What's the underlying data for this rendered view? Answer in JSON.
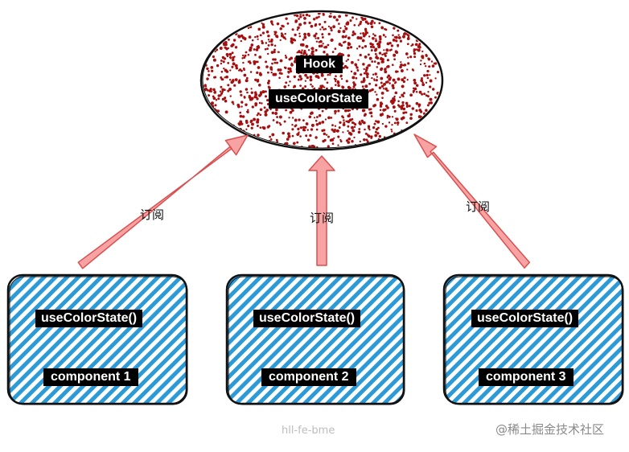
{
  "hook": {
    "title": "Hook",
    "name": "useColorState"
  },
  "components": [
    {
      "call": "useColorState()",
      "name": "component 1",
      "edge_label": "订阅"
    },
    {
      "call": "useColorState()",
      "name": "component 2",
      "edge_label": "订阅"
    },
    {
      "call": "useColorState()",
      "name": "component 3",
      "edge_label": "订阅"
    }
  ],
  "footer": {
    "center": "hll-fe-bme",
    "right": "@稀土掘金技术社区"
  },
  "colors": {
    "hook_dots": "#a50f0f",
    "component_hatch": "#2b9ad6",
    "arrow_fill": "#f8a3a3",
    "arrow_stroke": "#d95050",
    "label_bg": "#000000",
    "label_text": "#ffffff",
    "footer_center": "#bdbdbd",
    "footer_right": "#8a8a8a"
  }
}
